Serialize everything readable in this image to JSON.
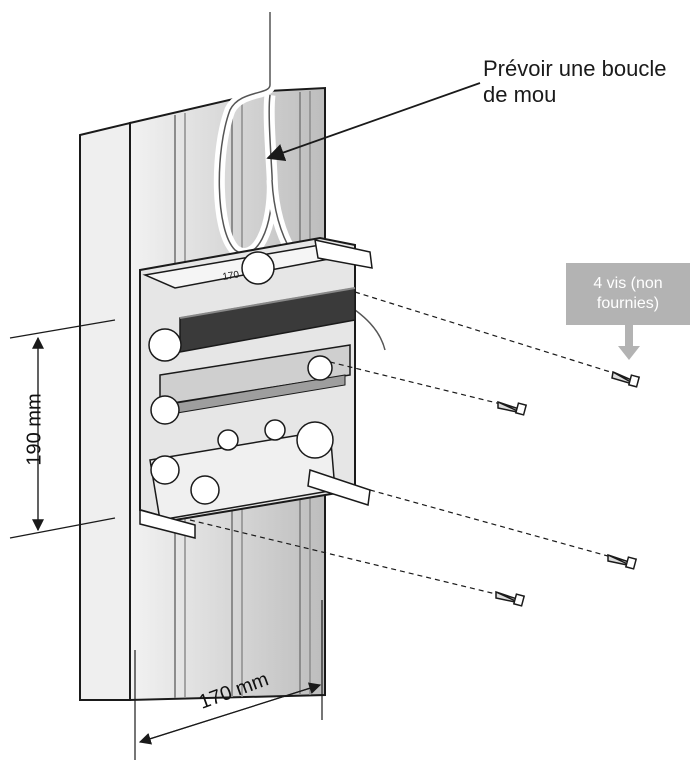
{
  "labels": {
    "cable_loop_line1": "Prévoir une boucle",
    "cable_loop_line2": "de mou",
    "screws_line1": "4 vis (non",
    "screws_line2": "fournies)",
    "height_dim": "190 mm",
    "width_dim": "170 mm",
    "bracket_mark": "170"
  },
  "colors": {
    "line": "#1a1a1a",
    "metal_light": "#e6e6e6",
    "metal_mid": "#c9c9c9",
    "metal_dark": "#8c8c8c",
    "callout_box": "#b3b3b3",
    "callout_text": "#ffffff"
  },
  "icons": {
    "screw": "screw-icon",
    "arrow": "arrow-down-icon"
  }
}
